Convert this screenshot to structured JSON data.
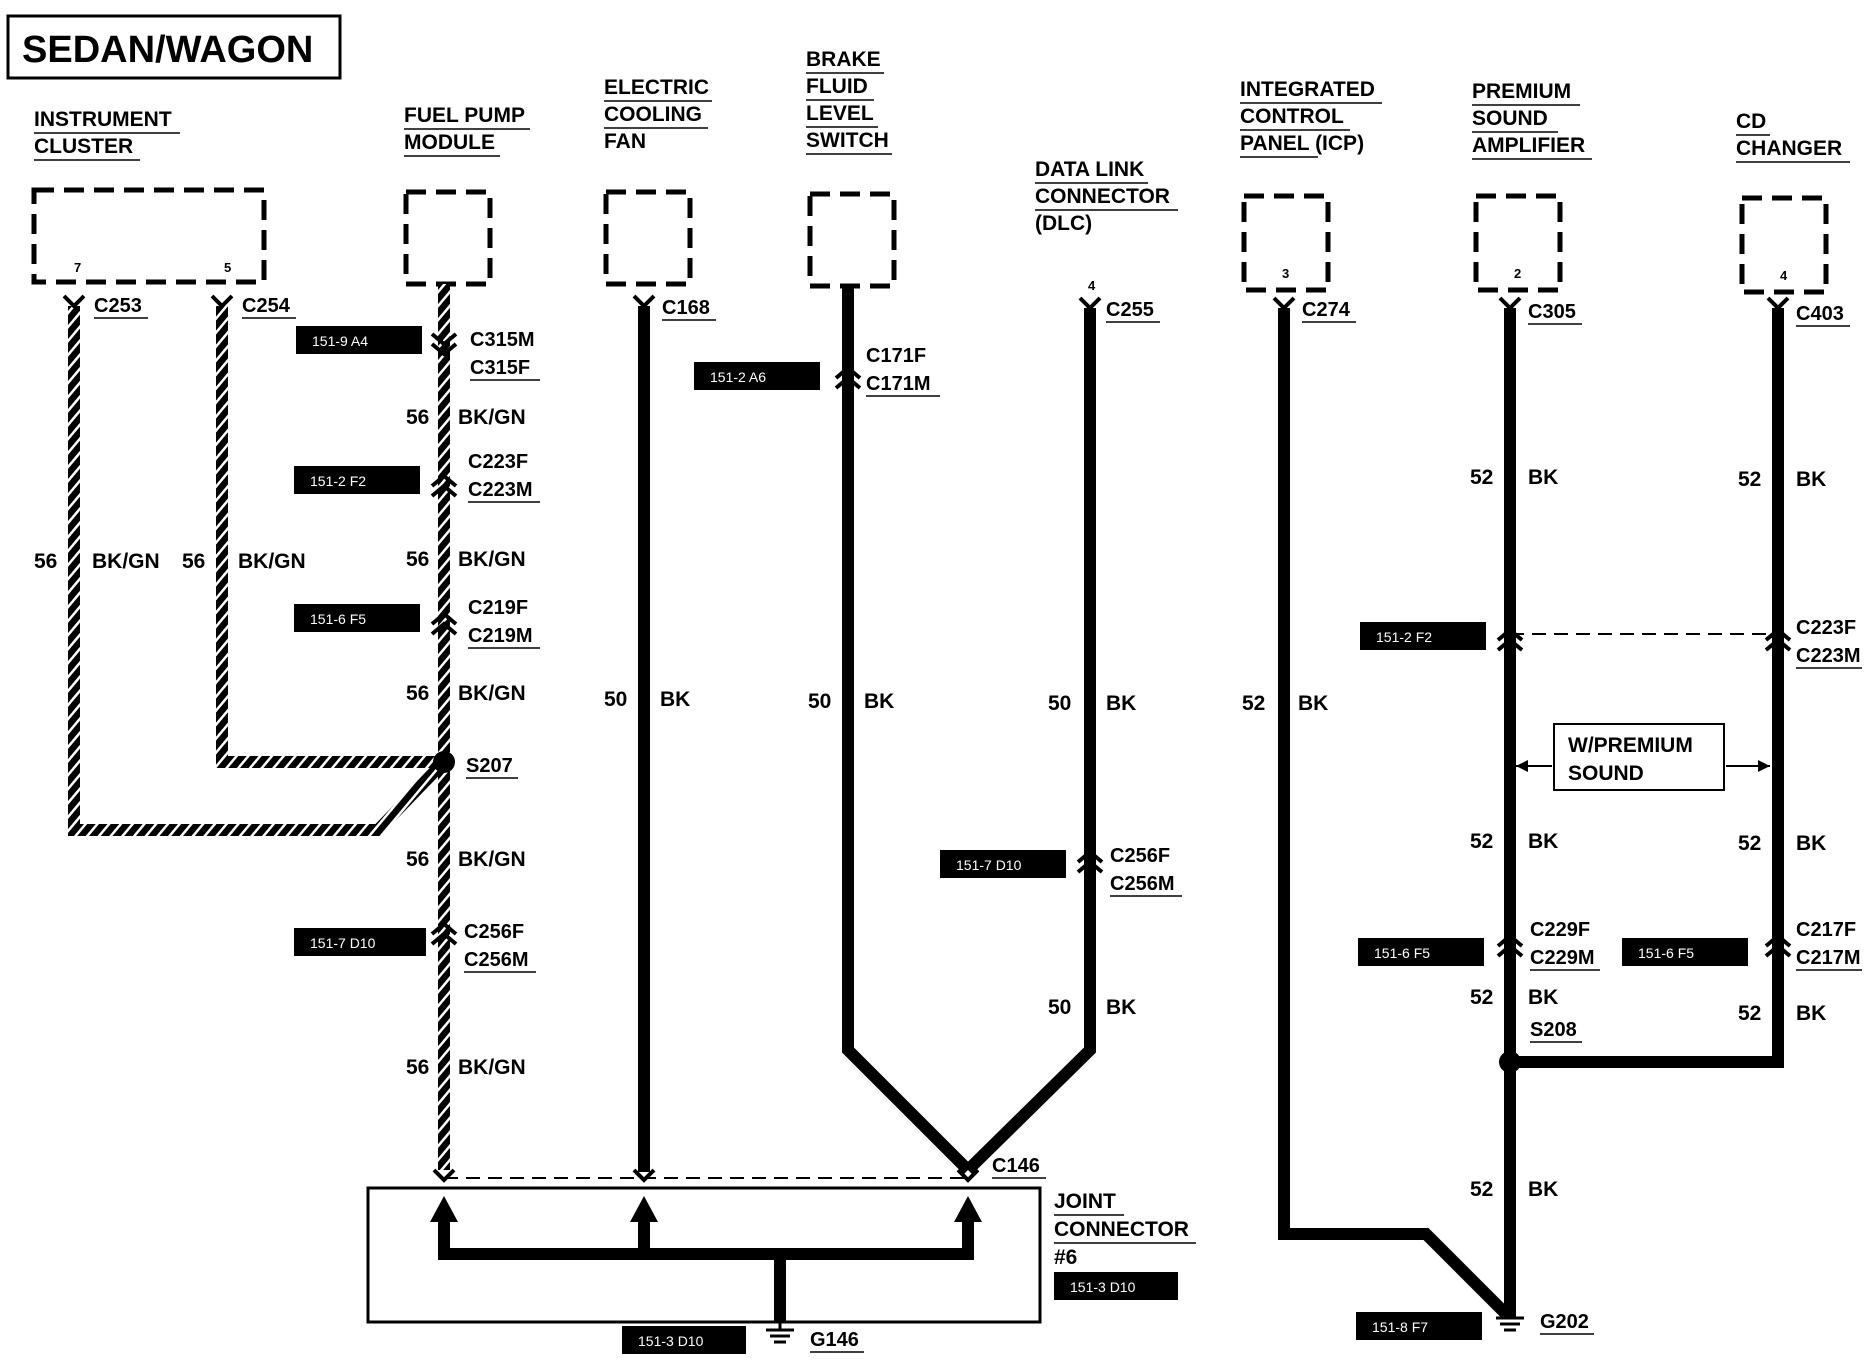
{
  "title": "SEDAN/WAGON",
  "components": {
    "instrument_cluster": [
      "INSTRUMENT",
      "CLUSTER"
    ],
    "fuel_pump_module": [
      "FUEL PUMP",
      "MODULE"
    ],
    "electric_cooling_fan": [
      "ELECTRIC",
      "COOLING",
      "FAN"
    ],
    "brake_fluid_level_switch": [
      "BRAKE",
      "FLUID",
      "LEVEL",
      "SWITCH"
    ],
    "data_link_connector": [
      "DATA LINK",
      "CONNECTOR",
      "(DLC)"
    ],
    "integrated_control_panel": [
      "INTEGRATED",
      "CONTROL",
      "PANEL (ICP)"
    ],
    "premium_sound_amplifier": [
      "PREMIUM",
      "SOUND",
      "AMPLIFIER"
    ],
    "cd_changer": [
      "CD",
      "CHANGER"
    ],
    "joint_connector": [
      "JOINT",
      "CONNECTOR",
      "#6"
    ]
  },
  "pins": {
    "ic_c253": "7",
    "ic_c254": "5",
    "dlc": "4",
    "icp": "3",
    "amp": "2",
    "cd": "4"
  },
  "connectors": {
    "c253": "C253",
    "c254": "C254",
    "c315m": "C315M",
    "c315f": "C315F",
    "c223f": "C223F",
    "c223m": "C223M",
    "c219f": "C219F",
    "c219m": "C219M",
    "c256f": "C256F",
    "c256m": "C256M",
    "c168": "C168",
    "c171f": "C171F",
    "c171m": "C171M",
    "c255": "C255",
    "c274": "C274",
    "c305": "C305",
    "c403": "C403",
    "c229f": "C229F",
    "c229m": "C229M",
    "c217f": "C217F",
    "c217m": "C217M",
    "c146": "C146"
  },
  "splices": {
    "s207": "S207",
    "s208": "S208"
  },
  "grounds": {
    "g146": "G146",
    "g202": "G202"
  },
  "circuits": {
    "c56": "56",
    "c50": "50",
    "c52": "52",
    "bkgn": "BK/GN",
    "bk": "BK"
  },
  "references": {
    "r1": "151-9 A4",
    "r2": "151-2 F2",
    "r3": "151-6 F5",
    "r4": "151-7 D10",
    "r5": "151-2 A6",
    "r6": "151-7 D10",
    "r7": "151-3 D10",
    "r8": "151-3 D10",
    "r9": "151-2 F2",
    "r10": "151-6 F5",
    "r11": "151-6 F5",
    "r12": "151-8 F7"
  },
  "option_label": [
    "W/PREMIUM",
    "SOUND"
  ]
}
